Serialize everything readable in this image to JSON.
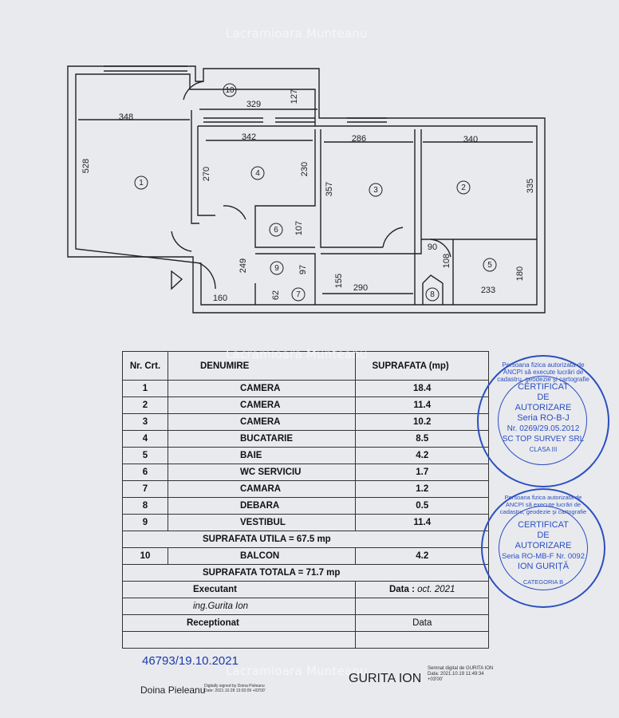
{
  "watermark": "Lacramioara Munteanu",
  "plan": {
    "dims": [
      "348",
      "329",
      "127",
      "528",
      "342",
      "286",
      "340",
      "270",
      "230",
      "357",
      "335",
      "107",
      "249",
      "97",
      "155",
      "290",
      "90",
      "108",
      "180",
      "233",
      "160",
      "62"
    ],
    "rooms": [
      "1",
      "2",
      "3",
      "4",
      "5",
      "6",
      "7",
      "8",
      "9",
      "10"
    ]
  },
  "table": {
    "headers": {
      "nr": "Nr. Crt.",
      "name": "DENUMIRE",
      "area": "SUPRAFATA (mp)"
    },
    "rows": [
      {
        "nr": "1",
        "name": "CAMERA",
        "area": "18.4"
      },
      {
        "nr": "2",
        "name": "CAMERA",
        "area": "11.4"
      },
      {
        "nr": "3",
        "name": "CAMERA",
        "area": "10.2"
      },
      {
        "nr": "4",
        "name": "BUCATARIE",
        "area": "8.5"
      },
      {
        "nr": "5",
        "name": "BAIE",
        "area": "4.2"
      },
      {
        "nr": "6",
        "name": "WC  SERVICIU",
        "area": "1.7"
      },
      {
        "nr": "7",
        "name": "CAMARA",
        "area": "1.2"
      },
      {
        "nr": "8",
        "name": "DEBARA",
        "area": "0.5"
      },
      {
        "nr": "9",
        "name": "VESTIBUL",
        "area": "11.4"
      }
    ],
    "utila": "SUPRAFATA UTILA = 67.5 mp",
    "balcon": {
      "nr": "10",
      "name": "BALCON",
      "area": "4.2"
    },
    "totala": "SUPRAFATA TOTALA = 71.7 mp",
    "executant_label": "Executant",
    "data_label": "Data :",
    "data_value": "oct. 2021",
    "executant_name": "ing.Gurita Ion",
    "receptionat_label": "Receptionat",
    "data2_label": "Data"
  },
  "stamp1": {
    "ring": "Persoana fizica autorizata de ANCPI să execute lucrări de cadastru, geodezie şi cartografie",
    "l1": "CERTIFICAT",
    "l2": "DE",
    "l3": "AUTORIZARE",
    "l4": "Seria RO-B-J",
    "l5": "Nr. 0269/29.05.2012",
    "l6": "SC TOP SURVEY SRL",
    "l7": "CLASA III"
  },
  "stamp2": {
    "ring": "Persoana fizica autorizata de ANCPI să execute lucrări de cadastru, geodezie şi cartografie",
    "l1": "CERTIFICAT",
    "l2": "DE",
    "l3": "AUTORIZARE",
    "l4": "Seria RO-MB-F Nr. 0092",
    "l5": "ION GURIȚĂ",
    "l6": "CATEGORIA B"
  },
  "footer": {
    "docno": "46793/19.10.2021",
    "signer_left": "Doina Pieleanu",
    "signer_left_small1": "Digitally signed by Doina Pieleanu",
    "signer_left_small2": "Date: 2021.10.28 13:02:09 +03'00'",
    "signer_right": "GURITA ION",
    "signer_right_small1": "Semnat digital de GURITA ION",
    "signer_right_small2": "Data: 2021.10.19 11:49:34",
    "signer_right_small3": "+03'00'"
  }
}
